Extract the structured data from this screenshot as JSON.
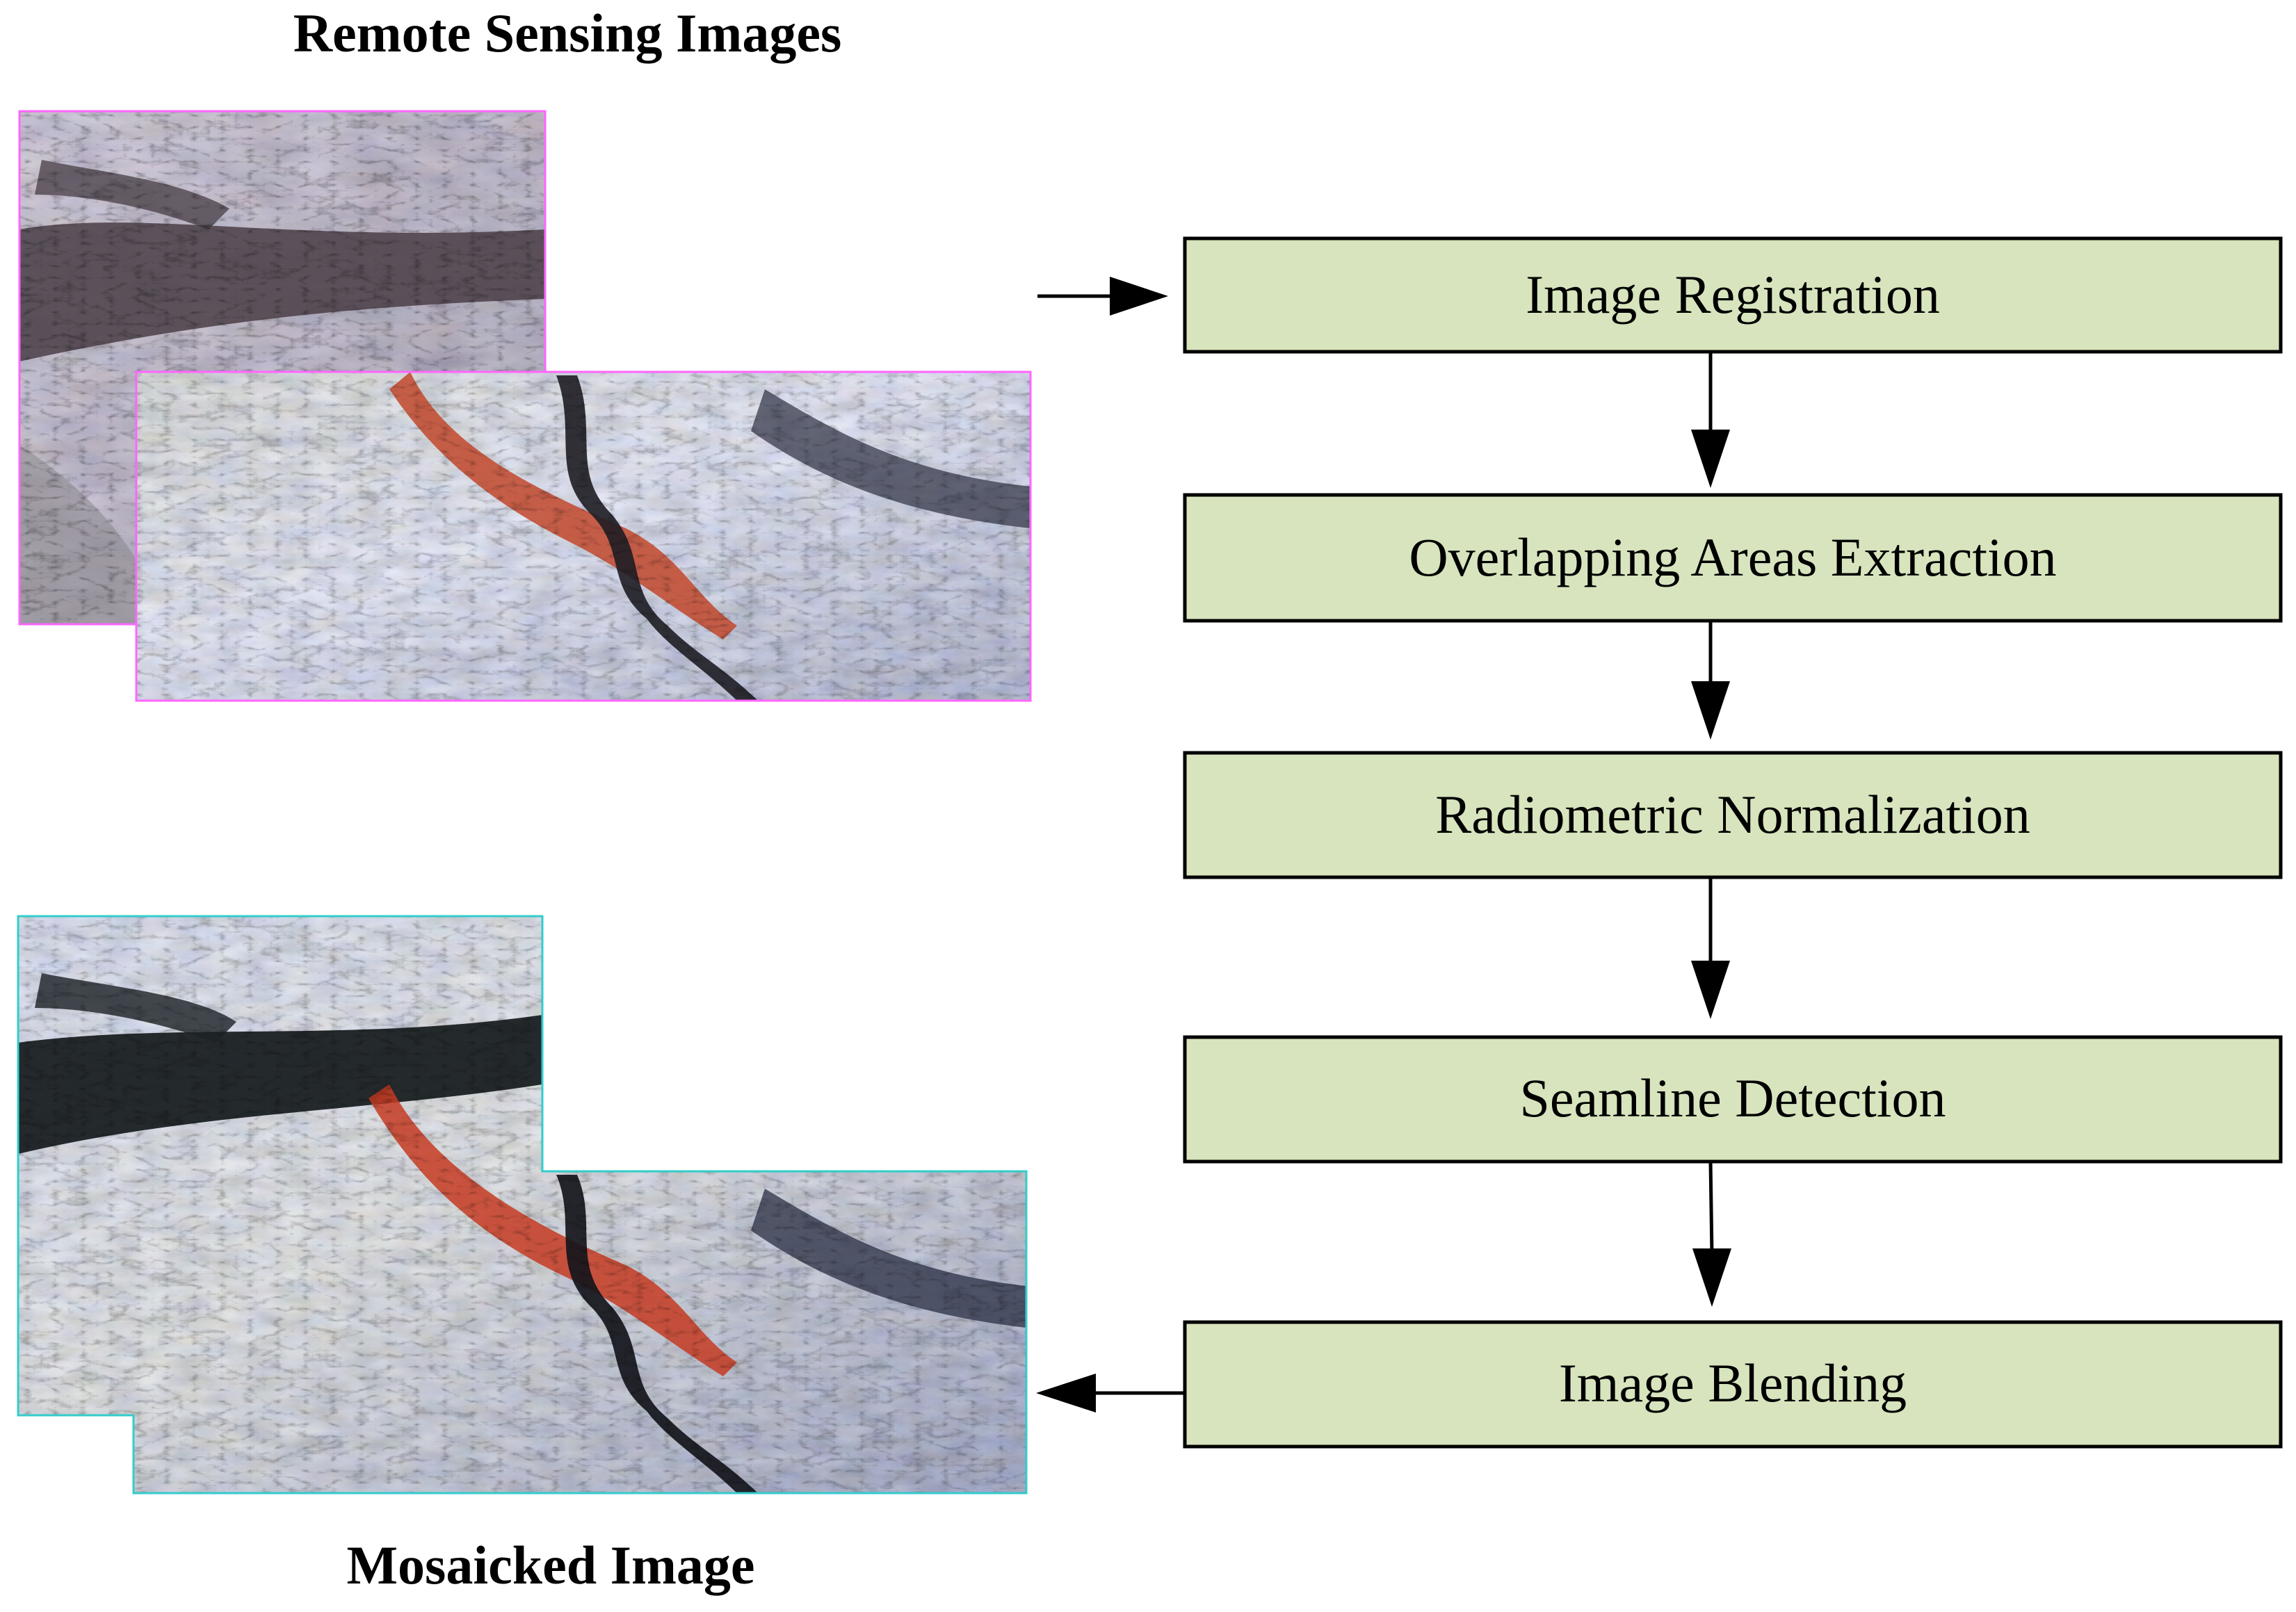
{
  "input_label": "Remote Sensing Images",
  "output_label": "Mosaicked Image",
  "steps": [
    {
      "label": "Image Registration"
    },
    {
      "label": "Overlapping Areas Extraction"
    },
    {
      "label": "Radiometric Normalization"
    },
    {
      "label": "Seamline Detection"
    },
    {
      "label": "Image Blending"
    }
  ],
  "colors": {
    "box_fill": "#d7e4bd",
    "box_stroke": "#000000",
    "input_frame": "#ff66ff",
    "output_frame": "#33cccc"
  }
}
